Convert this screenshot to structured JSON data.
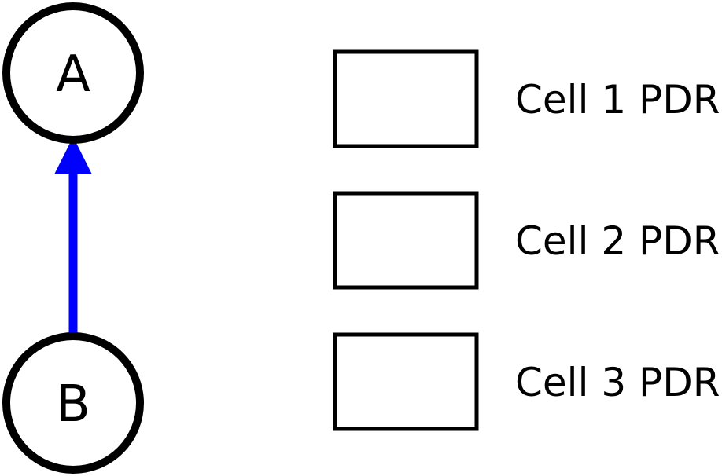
{
  "nodes": {
    "a": {
      "label": "A"
    },
    "b": {
      "label": "B"
    }
  },
  "link": {
    "color": "#0000ff"
  },
  "cells": [
    {
      "label": "Cell 1 PDR"
    },
    {
      "label": "Cell 2 PDR"
    },
    {
      "label": "Cell 3 PDR"
    }
  ]
}
